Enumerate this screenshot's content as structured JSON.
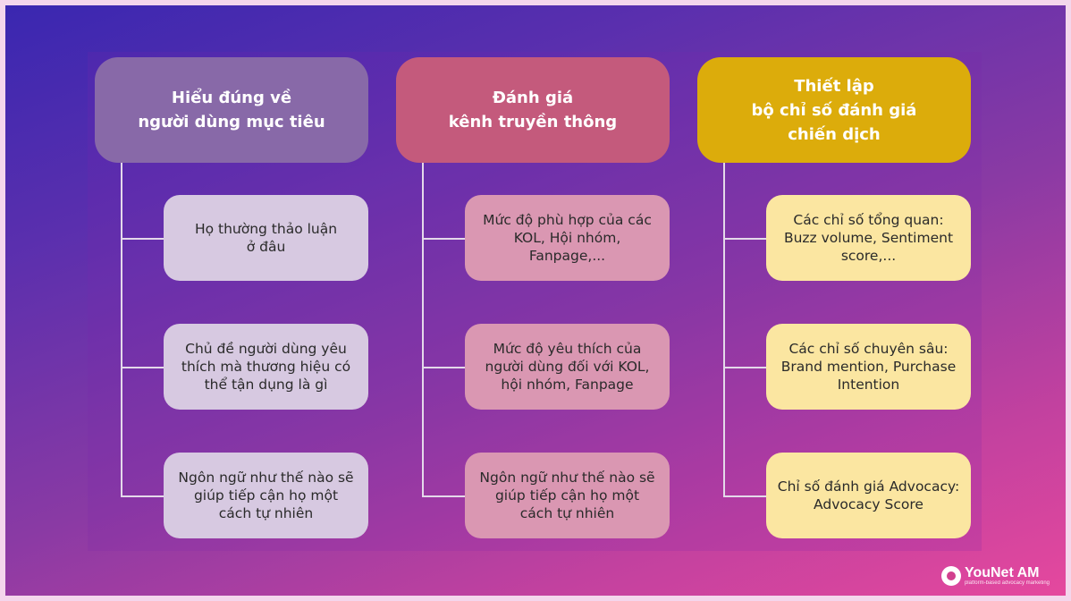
{
  "columns": [
    {
      "title": "Hiểu đúng về\nngười dùng mục tiêu",
      "items": [
        "Họ thường thảo luận\nở đâu",
        "Chủ đề người dùng yêu\nthích mà thương hiệu có\nthể tận dụng là gì",
        "Ngôn ngữ như thế nào sẽ\ngiúp tiếp cận họ một\ncách tự nhiên"
      ]
    },
    {
      "title": "Đánh giá\nkênh truyền thông",
      "items": [
        "Mức độ phù hợp của các\nKOL, Hội nhóm,\nFanpage,...",
        "Mức độ yêu thích của\nngười dùng đối với KOL,\nhội nhóm, Fanpage",
        "Ngôn ngữ như thế nào sẽ\ngiúp tiếp cận họ một\ncách tự nhiên"
      ]
    },
    {
      "title": "Thiết lập\nbộ chỉ số đánh giá\nchiến dịch",
      "items": [
        "Các chỉ số tổng quan:\nBuzz volume, Sentiment\nscore,...",
        "Các chỉ số chuyên sâu:\nBrand mention, Purchase\nIntention",
        "Chỉ số đánh giá Advocacy:\nAdvocacy Score"
      ]
    }
  ],
  "logo": {
    "name": "YouNet AM",
    "tagline": "platform-based advocacy marketing"
  },
  "colors": {
    "header_1": "#8869a8",
    "header_2": "#c45a7c",
    "header_3": "#dcac0b",
    "card_1": "#d7c9e1",
    "card_2": "#da97b2",
    "card_3": "#fbe6a1"
  }
}
